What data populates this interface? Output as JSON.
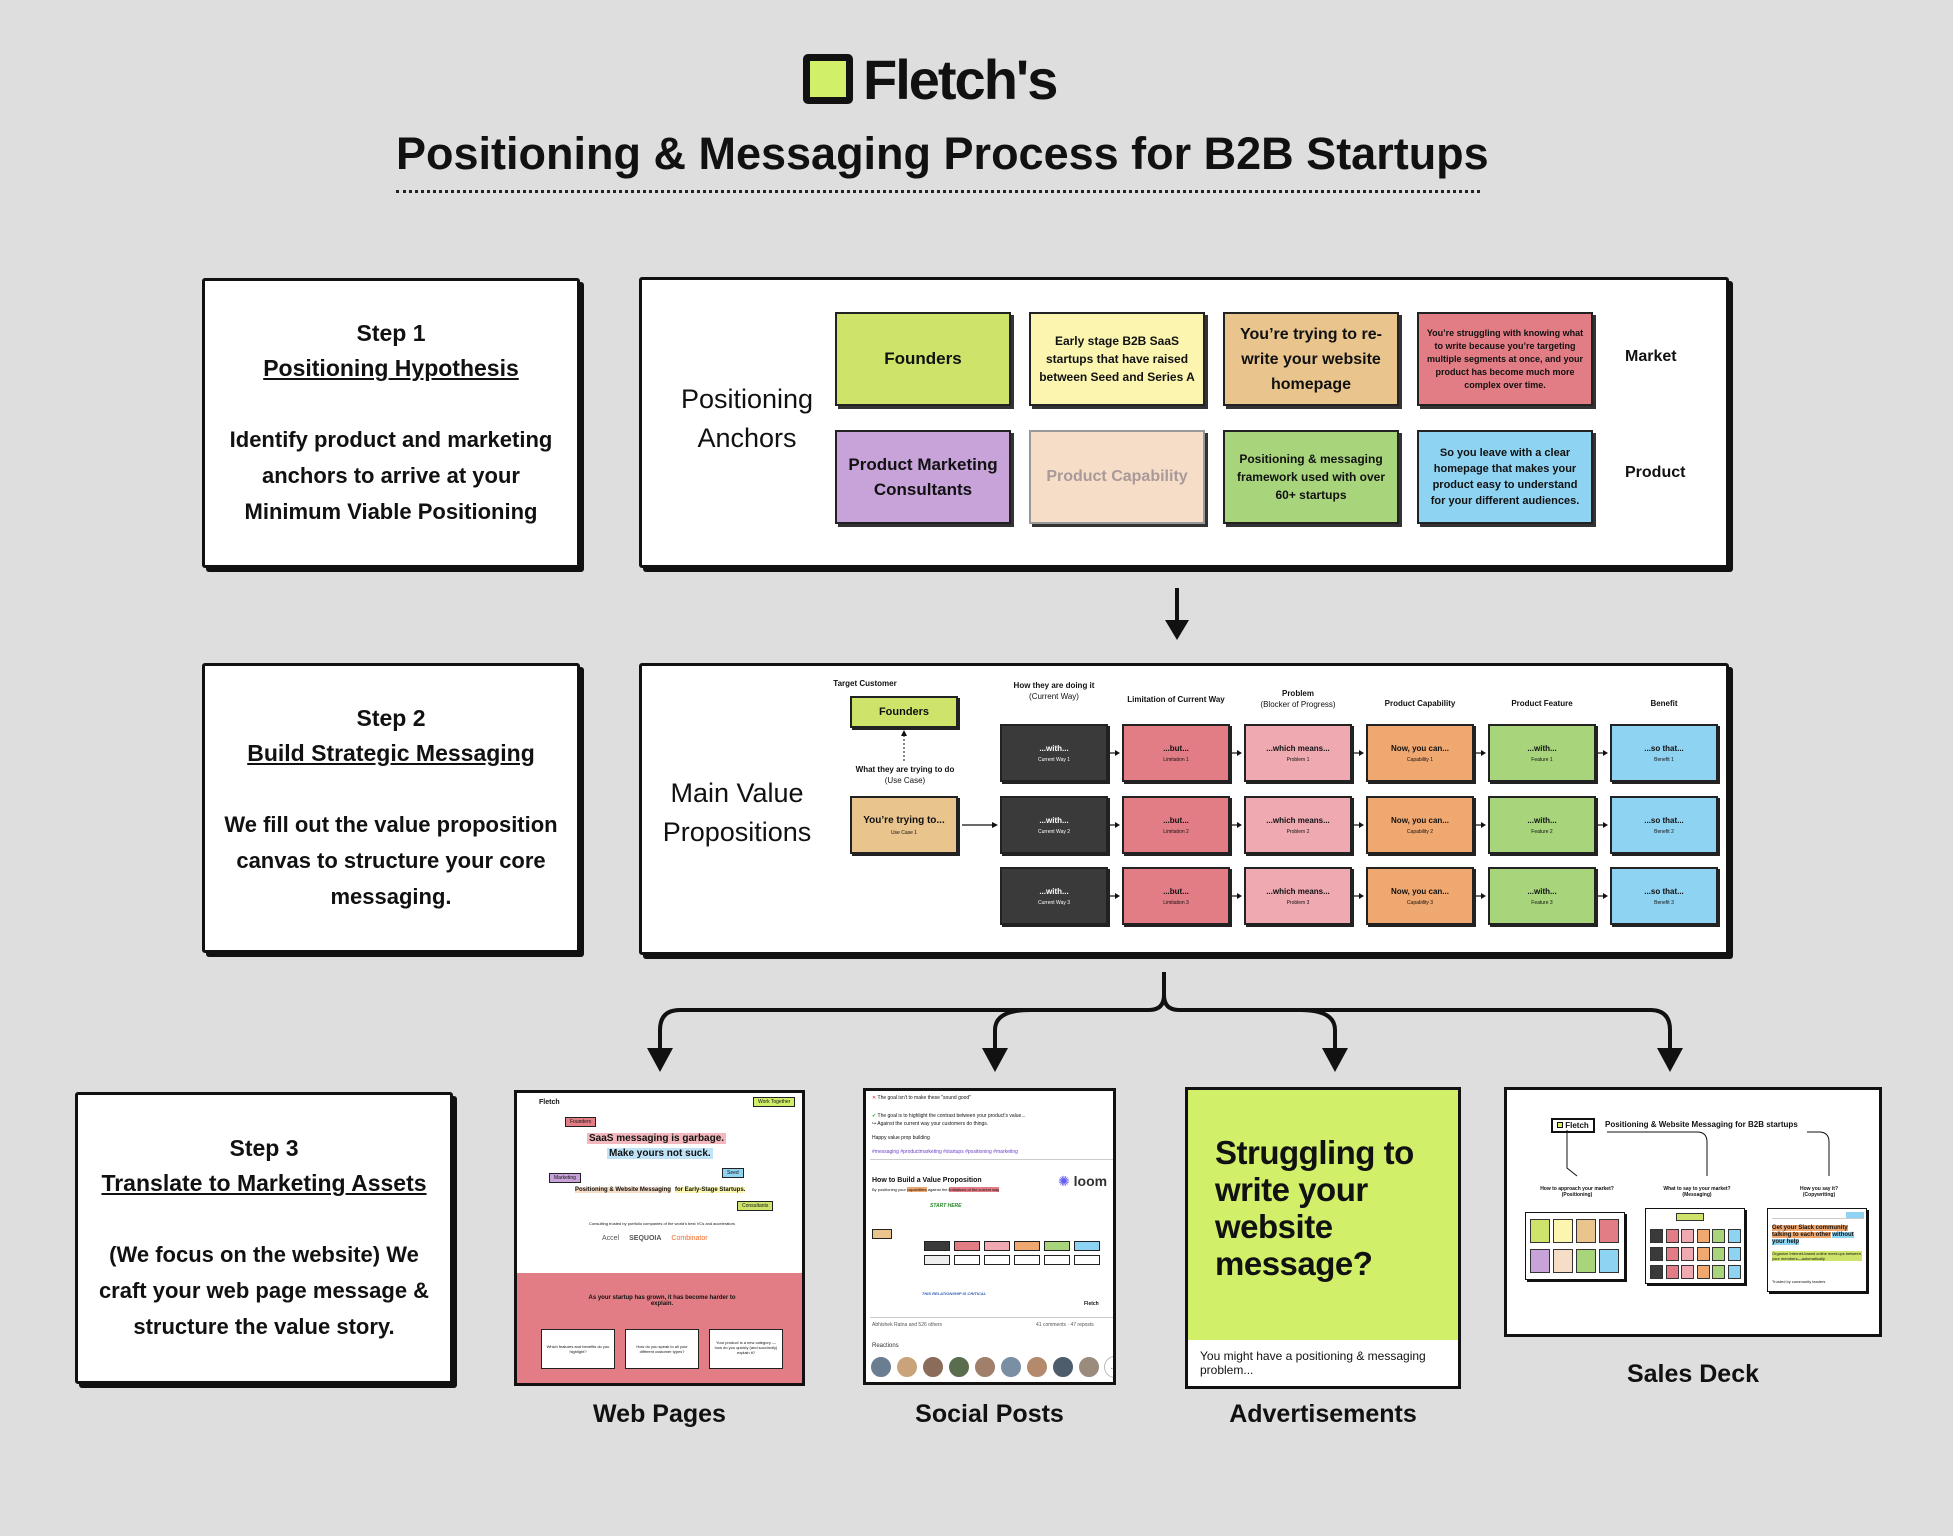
{
  "brand": {
    "name": "Fletch's",
    "accent": "#d2ef6a"
  },
  "title": "Positioning & Messaging Process for B2B Startups",
  "steps": [
    {
      "num": "Step 1",
      "name": "Positioning Hypothesis",
      "desc": "Identify product and marketing anchors to arrive at your Minimum Viable Positioning"
    },
    {
      "num": "Step 2",
      "name": "Build Strategic Messaging",
      "desc": "We fill out the value proposition canvas to structure your core messaging."
    },
    {
      "num": "Step 3",
      "name": "Translate to Marketing Assets",
      "desc": "(We focus on the website) We craft your web page message & structure the value story."
    }
  ],
  "anchors": {
    "label": "Positioning Anchors",
    "rows": [
      {
        "label": "Market",
        "cards": [
          {
            "text": "Founders",
            "color": "#cde36a"
          },
          {
            "text": "Early stage B2B SaaS startups that have raised between Seed and Series A",
            "color": "#fbf5b0"
          },
          {
            "text": "You’re trying to re-write your website homepage",
            "color": "#e9c48c"
          },
          {
            "text": "You’re struggling with knowing what to write because you’re targeting multiple segments at once, and your product has become much more complex over time.",
            "color": "#e27d85"
          }
        ]
      },
      {
        "label": "Product",
        "cards": [
          {
            "text": "Product Marketing Consultants",
            "color": "#c7a3d9"
          },
          {
            "text": "Product Capability",
            "color": "#f6ddc8"
          },
          {
            "text": "Positioning & messaging framework used with over 60+ startups",
            "color": "#a8d57c"
          },
          {
            "text": "So you leave with a clear homepage that makes your product easy to understand for your different audiences.",
            "color": "#8fd3f2"
          }
        ]
      }
    ]
  },
  "value_props": {
    "label": "Main Value Propositions",
    "target_customer_header": "Target Customer",
    "target_customer": "Founders",
    "use_case_header": "What they are trying to do",
    "use_case_sub": "(Use Case)",
    "use_case_text": "You’re trying to...",
    "use_case_tiny": "Use Case 1",
    "columns": [
      {
        "header": "How they are doing it",
        "sub": "(Current Way)",
        "text": "...with...",
        "tiny": [
          "Current Way 1",
          "Current Way 2",
          "Current Way 3"
        ],
        "color": "#3a3a3a",
        "text_color": "#ffffff"
      },
      {
        "header": "Limitation of Current Way",
        "sub": "",
        "text": "...but...",
        "tiny": [
          "Limitation 1",
          "Limitation 2",
          "Limitation 3"
        ],
        "color": "#e27d85",
        "text_color": "#111111"
      },
      {
        "header": "Problem",
        "sub": "(Blocker of Progress)",
        "text": "...which means...",
        "tiny": [
          "Problem 1",
          "Problem 2",
          "Problem 3"
        ],
        "color": "#eea9b1",
        "text_color": "#111111"
      },
      {
        "header": "Product Capability",
        "sub": "",
        "text": "Now, you can...",
        "tiny": [
          "Capability 1",
          "Capability 2",
          "Capability 3"
        ],
        "color": "#f0a871",
        "text_color": "#111111"
      },
      {
        "header": "Product Feature",
        "sub": "",
        "text": "...with...",
        "tiny": [
          "Feature 1",
          "Feature 2",
          "Feature 3"
        ],
        "color": "#a8d57c",
        "text_color": "#111111"
      },
      {
        "header": "Benefit",
        "sub": "",
        "text": "...so that...",
        "tiny": [
          "Benefit 1",
          "Benefit 2",
          "Benefit 3"
        ],
        "color": "#8fd3f2",
        "text_color": "#111111"
      }
    ]
  },
  "assets": {
    "web_pages": {
      "caption": "Web Pages",
      "logo": "Fletch",
      "nav_btn": "Work Together",
      "headline1": "SaaS messaging is garbage.",
      "headline2": "Make yours not suck.",
      "tag_founders": "Founders",
      "tag_seed": "Seed",
      "tag_pm": "Marketing",
      "tag_consult": "Consultants",
      "sub_line": "Positioning & Website Messaging",
      "sub_line2": "for Early-Stage Startups.",
      "trust_line": "Consulting trusted by portfolio companies of the world's best VCs and accelerators",
      "vc1": "Accel",
      "vc2": "SEQUOIA",
      "vc3": "Combinator",
      "pink_title": "As your startup has grown, it has become harder to explain.",
      "cards": [
        "Which features and benefits do you highlight?",
        "How do you speak to all your different customer types?",
        "Your product is a new category — how do you quickly (and succinctly) explain it?"
      ]
    },
    "social_posts": {
      "caption": "Social Posts",
      "line1": "The goal isn't to make these \"sound good\"",
      "line2": "The goal is to highlight the contrast between your product's value...",
      "line3": "↪ Against the current way your customers do things.",
      "line4": "Happy value prop building",
      "hashtags": "#messaging #productmarketing #startups #positioning #marketing",
      "card_title": "How to Build a Value Proposition",
      "card_sub_pre": "By positioning your",
      "card_sub_hl1": "capabilities",
      "card_sub_mid": "against the",
      "card_sub_hl2": "limitations of the current way",
      "loom": "loom",
      "start_here": "START HERE",
      "note": "THIS RELATIONSHIP IS CRITICAL",
      "fletch": "Fletch",
      "reactors": "Abhishek Ratna and 526 others",
      "stats": "41 comments · 47 reposts",
      "reactions": "Reactions"
    },
    "ads": {
      "caption": "Advertisements",
      "headline": "Struggling to write your website message?",
      "footer": "You might have a positioning & messaging problem..."
    },
    "sales_deck": {
      "caption": "Sales Deck",
      "logo": "Fletch",
      "title": "Positioning & Website Messaging for B2B startups",
      "cols": [
        {
          "q": "How to approach your market?",
          "sub": "(Positioning)"
        },
        {
          "q": "What to say to your market?",
          "sub": "(Messaging)"
        },
        {
          "q": "How you say it?",
          "sub": "(Copywriting)"
        }
      ],
      "copy_headline": "Get your Slack community talking to each other",
      "copy_headline2": "without your help",
      "copy_sub": "Organize Internet-based online meet-ups between your members—automatically",
      "copy_trusted": "Trusted by community leaders"
    }
  }
}
